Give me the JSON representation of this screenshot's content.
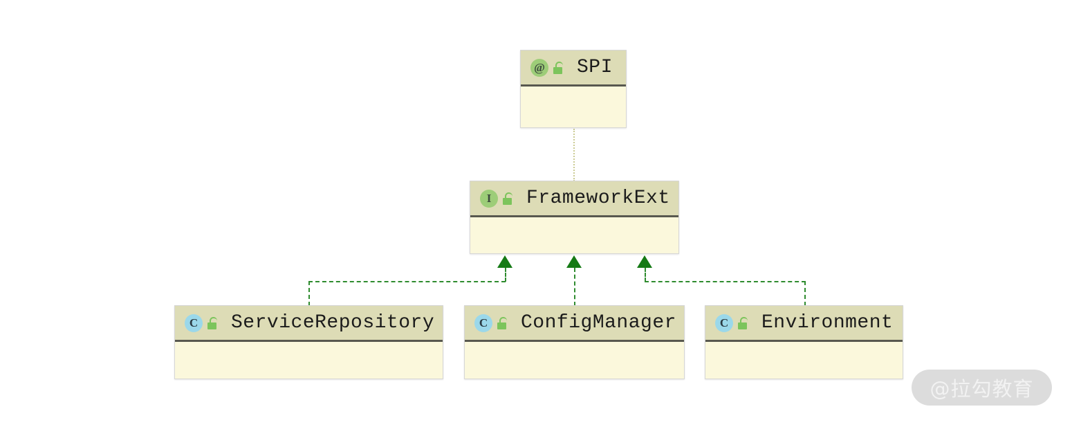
{
  "diagram": {
    "type": "uml-class-diagram",
    "background_color": "#ffffff",
    "nodes": [
      {
        "id": "spi",
        "name": "SPI",
        "stereotype": "annotation",
        "stereotype_glyph": "@",
        "visibility_icon": "unlock-icon",
        "header_color": "#dddcb6",
        "body_color": "#fbf8dc",
        "icon_color": "#9dcd78"
      },
      {
        "id": "frameworkext",
        "name": "FrameworkExt",
        "stereotype": "interface",
        "stereotype_glyph": "I",
        "visibility_icon": "unlock-icon",
        "header_color": "#dddcb6",
        "body_color": "#fbf8dc",
        "icon_color": "#9dcd78"
      },
      {
        "id": "servicerepository",
        "name": "ServiceRepository",
        "stereotype": "class",
        "stereotype_glyph": "C",
        "visibility_icon": "unlock-icon",
        "header_color": "#dddcb6",
        "body_color": "#fbf8dc",
        "icon_color": "#9bd8ea"
      },
      {
        "id": "configmanager",
        "name": "ConfigManager",
        "stereotype": "class",
        "stereotype_glyph": "C",
        "visibility_icon": "unlock-icon",
        "header_color": "#dddcb6",
        "body_color": "#fbf8dc",
        "icon_color": "#9bd8ea"
      },
      {
        "id": "environment",
        "name": "Environment",
        "stereotype": "class",
        "stereotype_glyph": "C",
        "visibility_icon": "unlock-icon",
        "header_color": "#dddcb6",
        "body_color": "#fbf8dc",
        "icon_color": "#9bd8ea"
      }
    ],
    "edges": [
      {
        "id": "spi-to-frameworkext",
        "from": "spi",
        "to": "frameworkext",
        "style": "dotted",
        "color": "#cbcb93",
        "arrow": "none",
        "relation": "annotated-by"
      },
      {
        "id": "servicerepository-realizes",
        "from": "servicerepository",
        "to": "frameworkext",
        "style": "dashed",
        "color": "#2e8b2e",
        "arrow": "solid-triangle",
        "relation": "realization"
      },
      {
        "id": "configmanager-realizes",
        "from": "configmanager",
        "to": "frameworkext",
        "style": "dashed",
        "color": "#2e8b2e",
        "arrow": "solid-triangle",
        "relation": "realization"
      },
      {
        "id": "environment-realizes",
        "from": "environment",
        "to": "frameworkext",
        "style": "dashed",
        "color": "#2e8b2e",
        "arrow": "solid-triangle",
        "relation": "realization"
      }
    ]
  },
  "watermark": {
    "text": "@拉勾教育",
    "background_color": "#dcdcdc",
    "text_color": "#f2f2f2"
  }
}
